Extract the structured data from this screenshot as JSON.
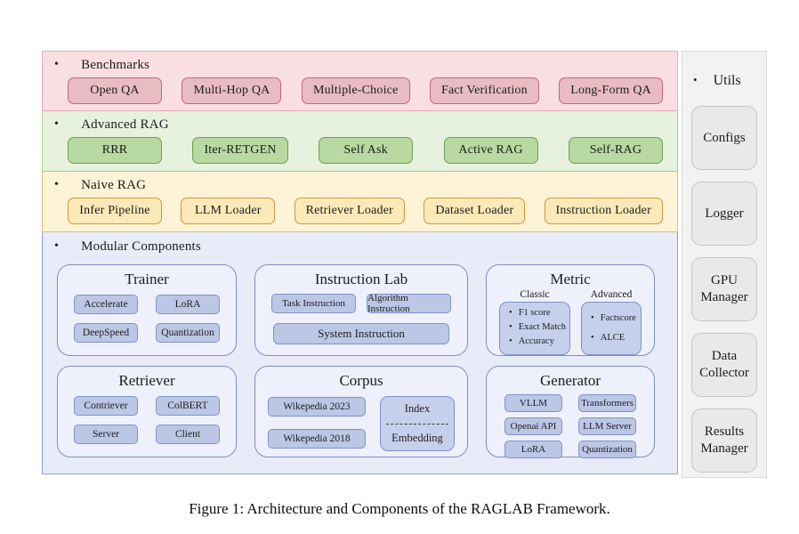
{
  "figure": {
    "caption": "Figure 1: Architecture and Components of the RAGLAB Framework."
  },
  "benchmarks": {
    "label": "Benchmarks",
    "items": [
      "Open QA",
      "Multi-Hop QA",
      "Multiple-Choice",
      "Fact Verification",
      "Long-Form QA"
    ]
  },
  "advanced_rag": {
    "label": "Advanced RAG",
    "items": [
      "RRR",
      "Iter-RETGEN",
      "Self Ask",
      "Active RAG",
      "Self-RAG"
    ]
  },
  "naive_rag": {
    "label": "Naive RAG",
    "items": [
      "Infer Pipeline",
      "LLM Loader",
      "Retriever Loader",
      "Dataset Loader",
      "Instruction Loader"
    ]
  },
  "modular": {
    "label": "Modular Components",
    "trainer": {
      "title": "Trainer",
      "chips": [
        "Accelerate",
        "LoRA",
        "DeepSpeed",
        "Quantization"
      ]
    },
    "instruction_lab": {
      "title": "Instruction Lab",
      "chips": [
        "Task Instruction",
        "Algorithm Instruction"
      ],
      "wide_chip": "System Instruction"
    },
    "metric": {
      "title": "Metric",
      "classic_header": "Classic",
      "classic_items": [
        "F1 score",
        "Exact Match",
        "Accuracy"
      ],
      "advanced_header": "Advanced",
      "advanced_items": [
        "Factscore",
        "ALCE"
      ]
    },
    "retriever": {
      "title": "Retriever",
      "chips": [
        "Contriever",
        "ColBERT",
        "Server",
        "Client"
      ]
    },
    "corpus": {
      "title": "Corpus",
      "chips": [
        "Wikepedia 2023",
        "Wikepedia 2018"
      ],
      "index_label": "Index",
      "embedding_label": "Embedding"
    },
    "generator": {
      "title": "Generator",
      "chips": [
        "VLLM",
        "Transformers",
        "Openai API",
        "LLM Server",
        "LoRA",
        "Quantization"
      ]
    }
  },
  "utils": {
    "label": "Utils",
    "buttons": [
      "Configs",
      "Logger",
      "GPU Manager",
      "Data Collector",
      "Results Manager"
    ]
  },
  "colors": {
    "benchmarks_row_bg": "#f9dfe2",
    "benchmarks_chip_bg": "#e9bcc4",
    "benchmarks_chip_border": "#c0677b",
    "advanced_row_bg": "#e7f2de",
    "advanced_chip_bg": "#b8d9a2",
    "advanced_chip_border": "#6f9e52",
    "naive_row_bg": "#fdf3d6",
    "naive_chip_bg": "#fbe9b8",
    "naive_chip_border": "#d0973f",
    "modular_bg": "#e8ecf8",
    "modular_chip_bg": "#bcc7e6",
    "modular_chip_border": "#8091c8",
    "utils_bg": "#f2f2f2",
    "utils_button_bg": "#e9e9e9"
  }
}
